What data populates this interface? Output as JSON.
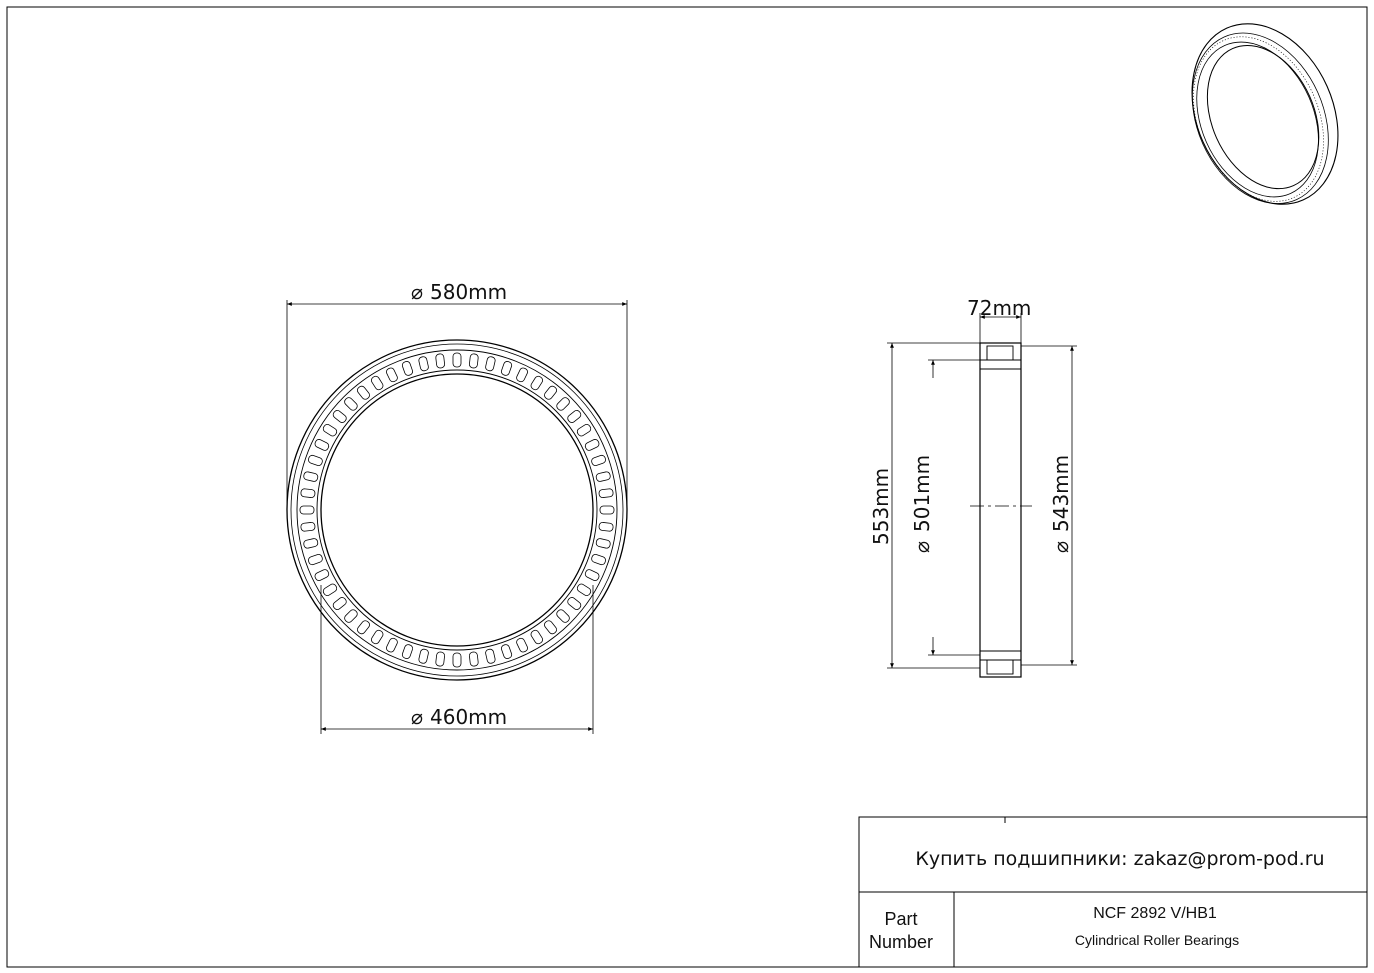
{
  "drawing": {
    "front_view": {
      "outer_diameter_label": "580mm",
      "bore_diameter_label": "460mm"
    },
    "side_view": {
      "width_label": "72mm",
      "outer_ring_inner_label": "553mm",
      "inner_ring_outer_label": "501mm",
      "roller_pitch_label": "543mm"
    }
  },
  "title_block": {
    "purchase_text": "Купить подшипники: zakaz@prom-pod.ru",
    "part_label_line1": "Part",
    "part_label_line2": "Number",
    "part_number": "NCF 2892 V/HB1",
    "part_type": "Cylindrical Roller Bearings"
  },
  "symbols": {
    "diameter": "⌀"
  }
}
